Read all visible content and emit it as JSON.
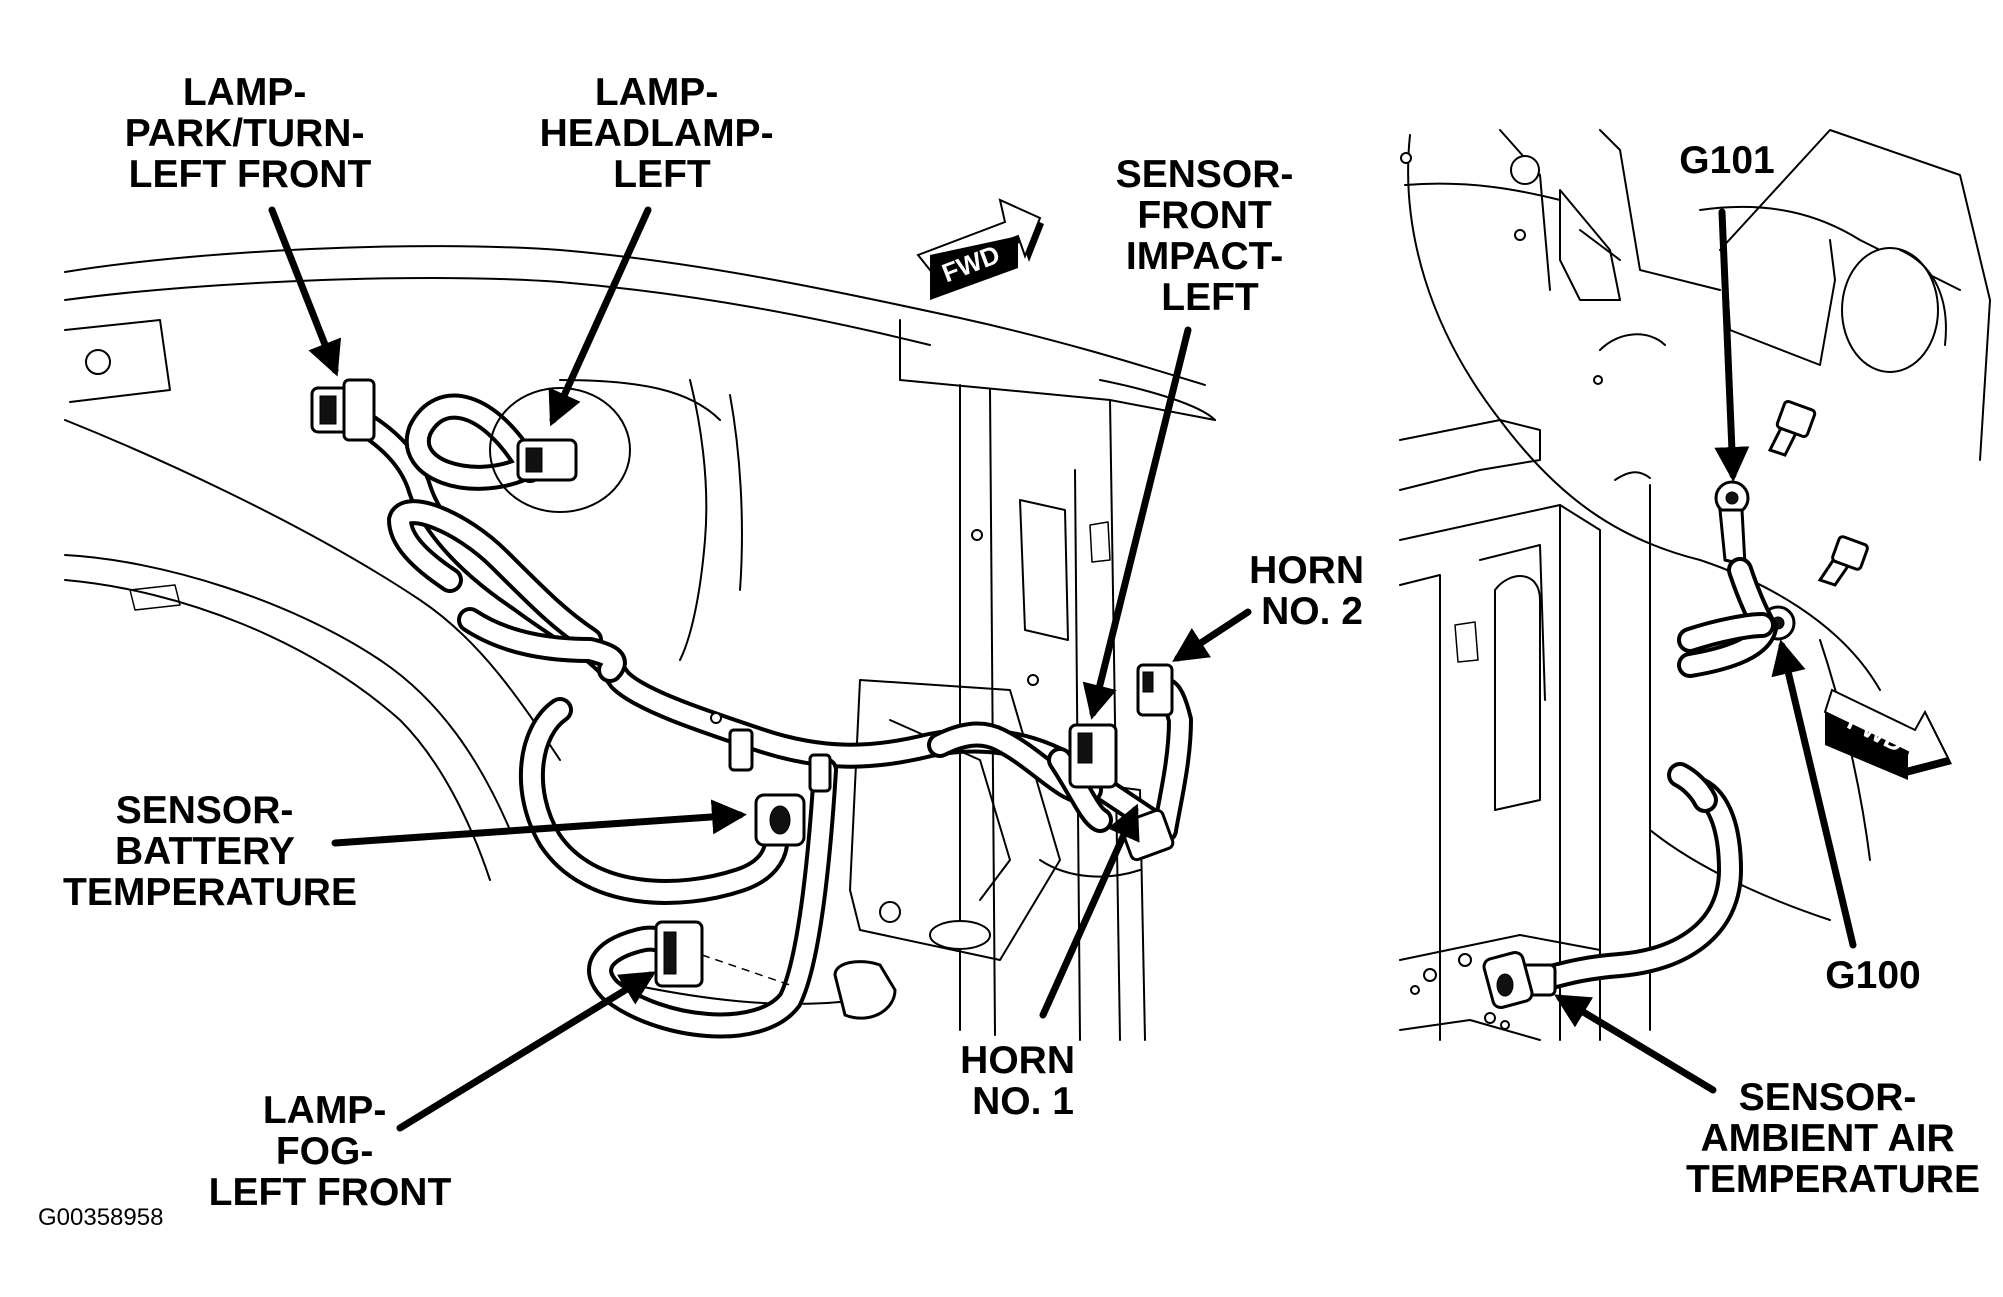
{
  "figure_id": "G00358958",
  "fwd_label": "FWD",
  "callouts": {
    "lamp_park_turn": [
      "LAMP-",
      "PARK/TURN-",
      "LEFT FRONT"
    ],
    "lamp_headlamp": [
      "LAMP-",
      "HEADLAMP-",
      "LEFT"
    ],
    "sensor_front_impact": [
      "SENSOR-",
      "FRONT",
      "IMPACT-",
      "LEFT"
    ],
    "horn_no2": [
      "HORN",
      "NO. 2"
    ],
    "sensor_battery_temp": [
      "SENSOR-",
      "BATTERY",
      "TEMPERATURE"
    ],
    "lamp_fog": [
      "LAMP-",
      "FOG-",
      "LEFT FRONT"
    ],
    "horn_no1": [
      "HORN",
      "NO. 1"
    ],
    "g101": "G101",
    "g100": "G100",
    "sensor_ambient_air": [
      "SENSOR-",
      "AMBIENT AIR",
      "TEMPERATURE"
    ]
  }
}
